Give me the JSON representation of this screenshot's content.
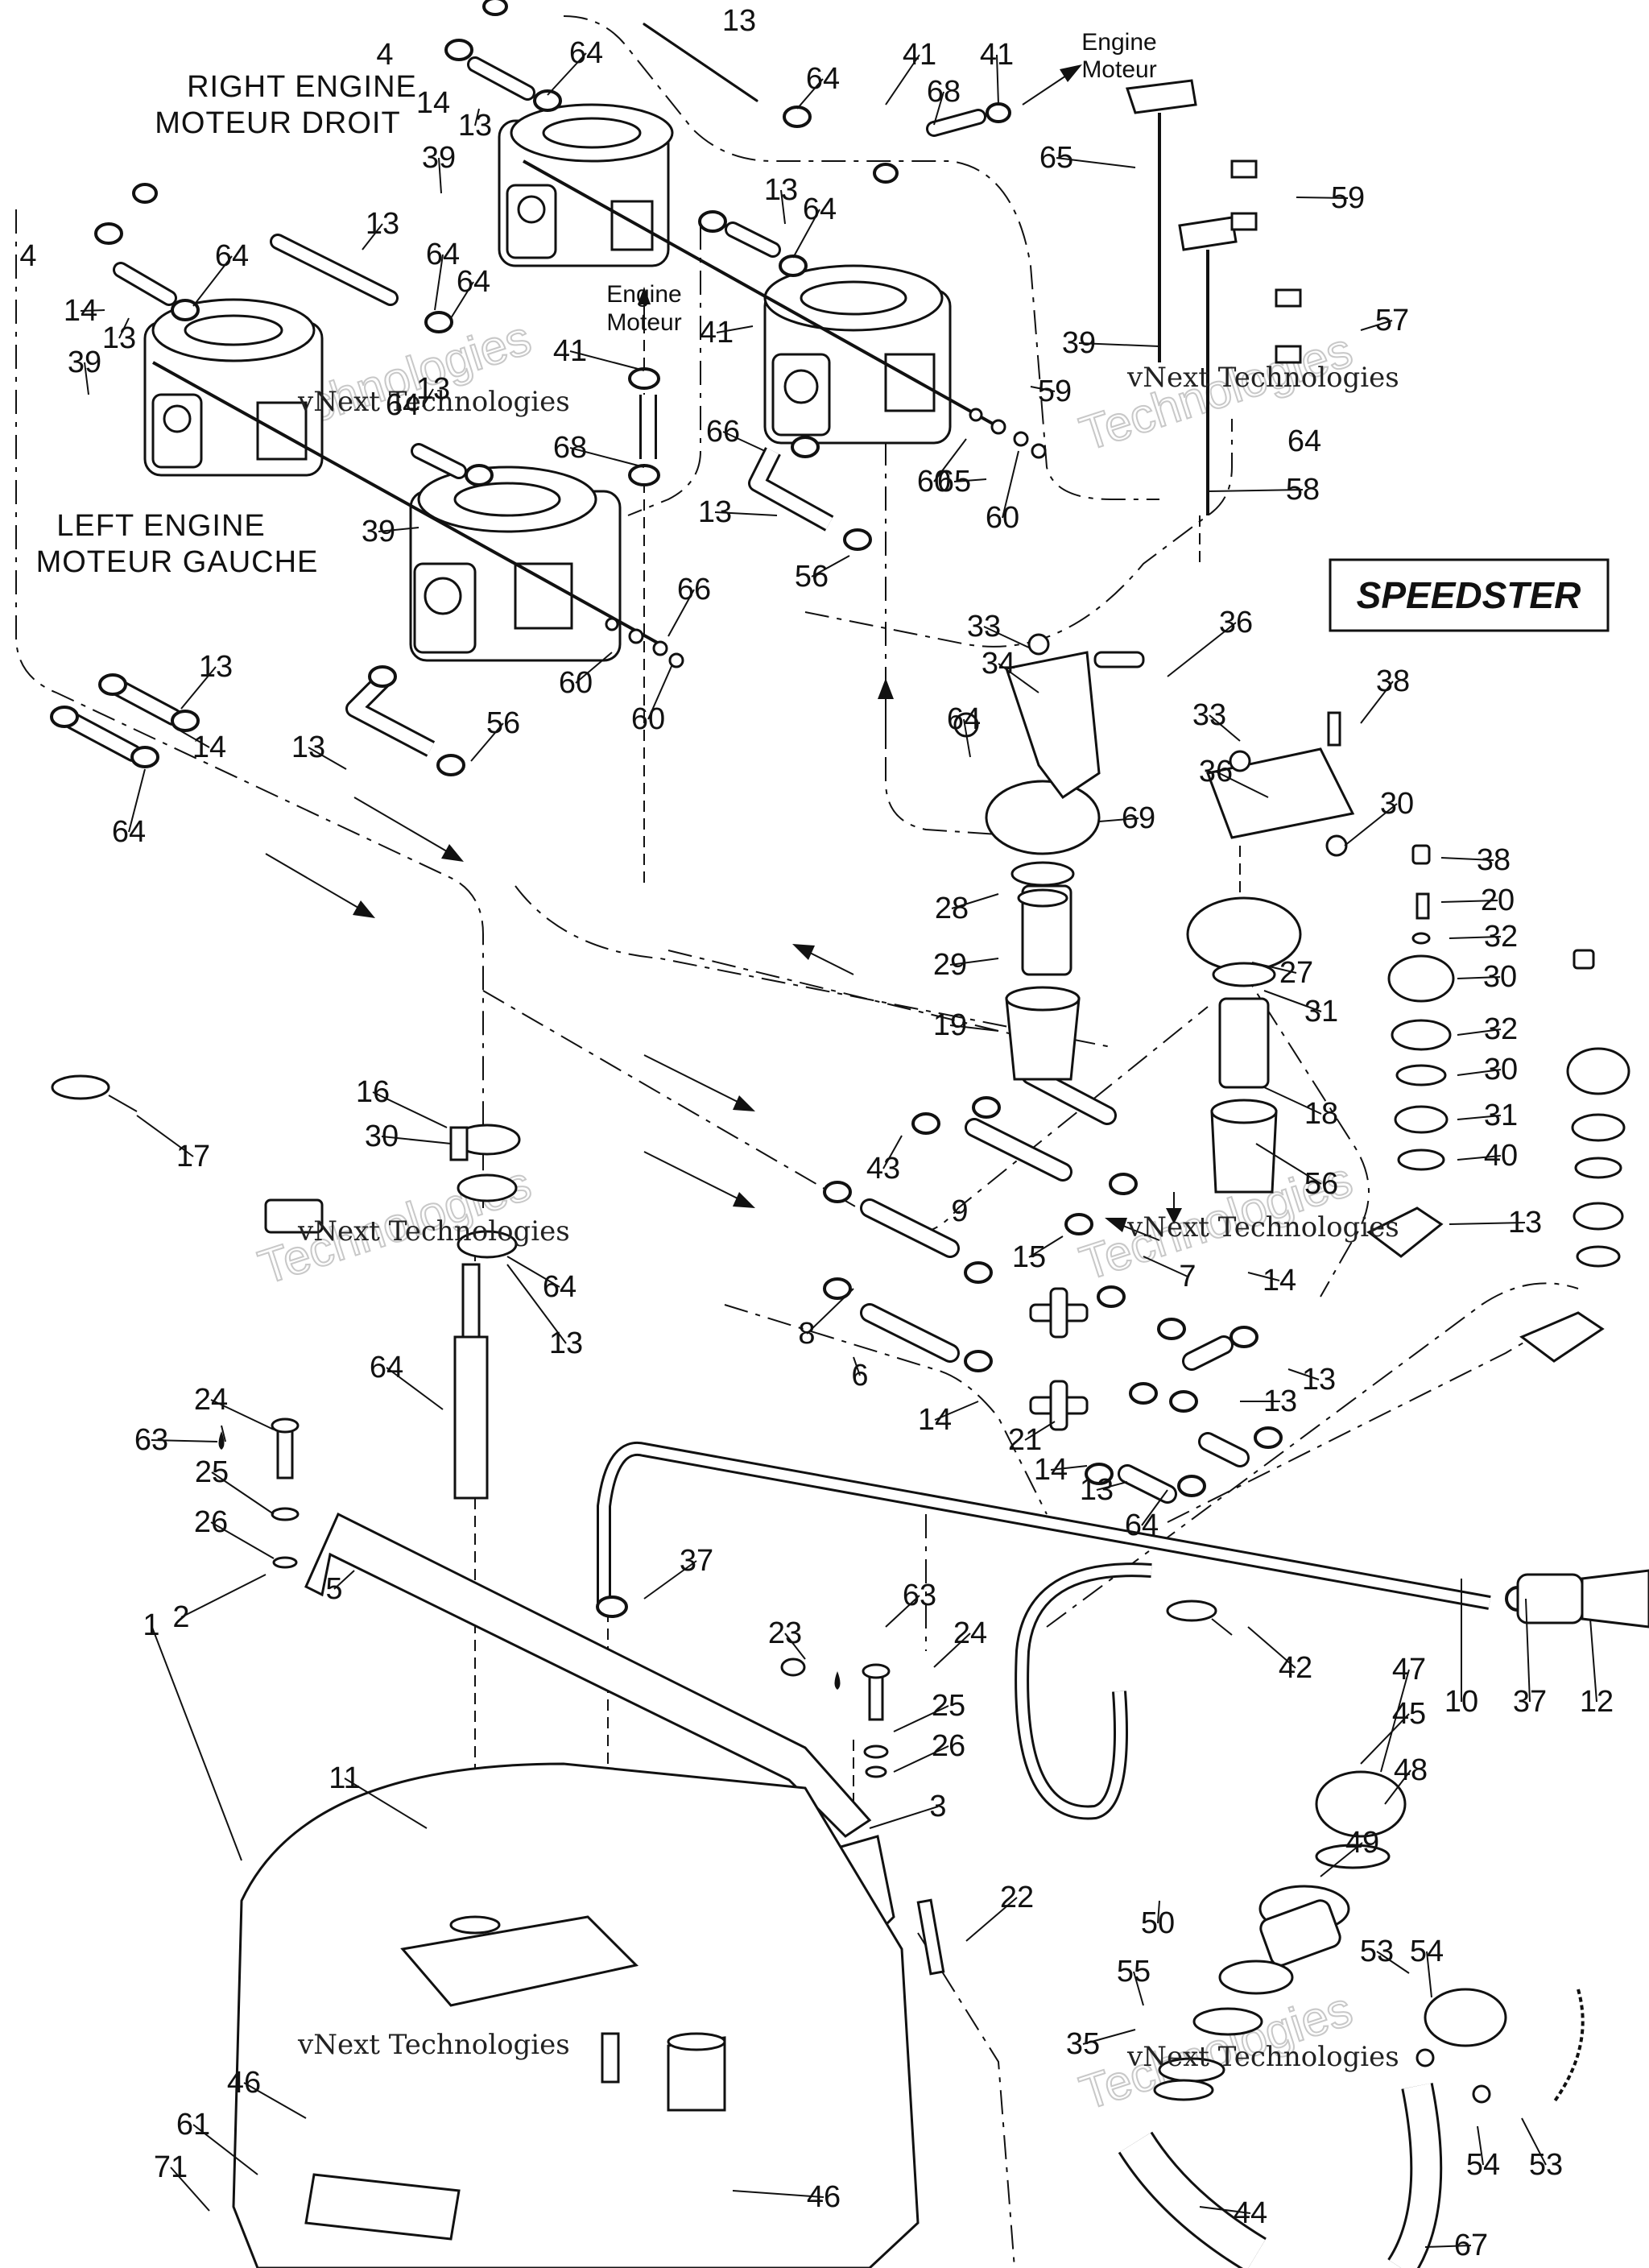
{
  "headings": {
    "right_engine_en": "RIGHT  ENGINE",
    "right_engine_fr": "MOTEUR DROIT",
    "left_engine_en": "LEFT  ENGINE",
    "left_engine_fr": "MOTEUR GAUCHE",
    "engine_en": "Engine",
    "engine_fr": "Moteur"
  },
  "model_badge": "SPEEDSTER",
  "watermark": {
    "line1": "vNext",
    "line2": "Technologies",
    "inline": "vNext Technologies"
  },
  "callouts": [
    {
      "n": "4"
    },
    {
      "n": "13"
    },
    {
      "n": "64"
    },
    {
      "n": "14"
    },
    {
      "n": "13"
    },
    {
      "n": "39"
    },
    {
      "n": "64"
    },
    {
      "n": "41"
    },
    {
      "n": "68"
    },
    {
      "n": "41"
    },
    {
      "n": "65"
    },
    {
      "n": "59"
    },
    {
      "n": "13"
    },
    {
      "n": "64"
    },
    {
      "n": "13"
    },
    {
      "n": "64"
    },
    {
      "n": "4"
    },
    {
      "n": "14"
    },
    {
      "n": "13"
    },
    {
      "n": "64"
    },
    {
      "n": "39"
    },
    {
      "n": "64"
    },
    {
      "n": "13"
    },
    {
      "n": "64"
    },
    {
      "n": "41"
    },
    {
      "n": "68"
    },
    {
      "n": "41"
    },
    {
      "n": "39"
    },
    {
      "n": "39"
    },
    {
      "n": "57"
    },
    {
      "n": "59"
    },
    {
      "n": "66"
    },
    {
      "n": "64"
    },
    {
      "n": "65"
    },
    {
      "n": "13"
    },
    {
      "n": "60"
    },
    {
      "n": "60"
    },
    {
      "n": "58"
    },
    {
      "n": "56"
    },
    {
      "n": "66"
    },
    {
      "n": "60"
    },
    {
      "n": "60"
    },
    {
      "n": "33"
    },
    {
      "n": "36"
    },
    {
      "n": "34"
    },
    {
      "n": "13"
    },
    {
      "n": "64"
    },
    {
      "n": "14"
    },
    {
      "n": "13"
    },
    {
      "n": "56"
    },
    {
      "n": "64"
    },
    {
      "n": "38"
    },
    {
      "n": "33"
    },
    {
      "n": "36"
    },
    {
      "n": "69"
    },
    {
      "n": "30"
    },
    {
      "n": "38"
    },
    {
      "n": "20"
    },
    {
      "n": "28"
    },
    {
      "n": "32"
    },
    {
      "n": "27"
    },
    {
      "n": "30"
    },
    {
      "n": "29"
    },
    {
      "n": "31"
    },
    {
      "n": "32"
    },
    {
      "n": "19"
    },
    {
      "n": "30"
    },
    {
      "n": "18"
    },
    {
      "n": "31"
    },
    {
      "n": "17"
    },
    {
      "n": "40"
    },
    {
      "n": "16"
    },
    {
      "n": "43"
    },
    {
      "n": "56"
    },
    {
      "n": "30"
    },
    {
      "n": "9"
    },
    {
      "n": "13"
    },
    {
      "n": "15"
    },
    {
      "n": "64"
    },
    {
      "n": "7"
    },
    {
      "n": "13"
    },
    {
      "n": "8"
    },
    {
      "n": "14"
    },
    {
      "n": "13"
    },
    {
      "n": "64"
    },
    {
      "n": "6"
    },
    {
      "n": "14"
    },
    {
      "n": "13"
    },
    {
      "n": "24"
    },
    {
      "n": "21"
    },
    {
      "n": "63"
    },
    {
      "n": "14"
    },
    {
      "n": "25"
    },
    {
      "n": "13"
    },
    {
      "n": "26"
    },
    {
      "n": "64"
    },
    {
      "n": "37"
    },
    {
      "n": "5"
    },
    {
      "n": "2"
    },
    {
      "n": "63"
    },
    {
      "n": "23"
    },
    {
      "n": "24"
    },
    {
      "n": "42"
    },
    {
      "n": "10"
    },
    {
      "n": "37"
    },
    {
      "n": "12"
    },
    {
      "n": "25"
    },
    {
      "n": "26"
    },
    {
      "n": "47"
    },
    {
      "n": "11"
    },
    {
      "n": "45"
    },
    {
      "n": "48"
    },
    {
      "n": "3"
    },
    {
      "n": "49"
    },
    {
      "n": "1"
    },
    {
      "n": "22"
    },
    {
      "n": "50"
    },
    {
      "n": "53"
    },
    {
      "n": "54"
    },
    {
      "n": "55"
    },
    {
      "n": "46"
    },
    {
      "n": "35"
    },
    {
      "n": "61"
    },
    {
      "n": "71"
    },
    {
      "n": "44"
    },
    {
      "n": "46"
    },
    {
      "n": "54"
    },
    {
      "n": "53"
    },
    {
      "n": "67"
    }
  ]
}
